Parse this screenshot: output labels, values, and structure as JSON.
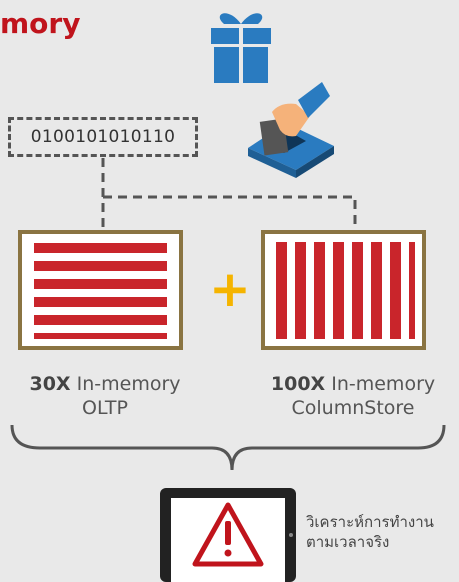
{
  "title": "mory",
  "binary_code": "0100101010110",
  "stores": {
    "oltp": {
      "multiplier": "30X",
      "label_line1": "In-memory",
      "label_line2": "OLTP"
    },
    "columnstore": {
      "multiplier": "100X",
      "label_line1": "In-memory",
      "label_line2": "ColumnStore"
    }
  },
  "plus_symbol": "+",
  "device_caption": {
    "line1": "วิเคราะห์การทำงาน",
    "line2": "ตามเวลาจริง"
  },
  "colors": {
    "title": "#c0141c",
    "stripes": "#c9252b",
    "frame": "#8a7442",
    "plus": "#f5b400",
    "gift": "#2a7bc0",
    "warning": "#c0141c"
  },
  "icons": [
    "gift-icon",
    "ballot-box-icon",
    "tablet-icon",
    "warning-icon"
  ]
}
